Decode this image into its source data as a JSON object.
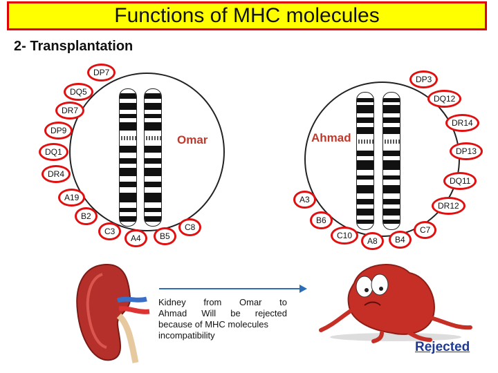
{
  "title": "Functions of MHC molecules",
  "subtitle": "2- Transplantation",
  "donor": "Omar",
  "recipient": "Ahmad",
  "alleles": [
    "DP7",
    "DQ5",
    "DR7",
    "DP9",
    "DQ1",
    "DR4",
    "A19",
    "B2",
    "C3",
    "A4",
    "B5",
    "C8",
    "DP3",
    "DQ12",
    "DR14",
    "DP13",
    "DQ11",
    "DR12",
    "A3",
    "B6",
    "C10",
    "A8",
    "B4",
    "C7"
  ],
  "caption_lines": [
    "Kidney from Omar to",
    "Ahmad Will be rejected",
    "because of MHC molecules",
    "incompatibility"
  ],
  "status": "Rejected",
  "colors": {
    "title_bg": "#ffff00",
    "title_border": "#e00000",
    "allele_border": "#e01010",
    "name": "#c0392b",
    "arrow": "#2d6db5",
    "status": "#1f3a93"
  }
}
